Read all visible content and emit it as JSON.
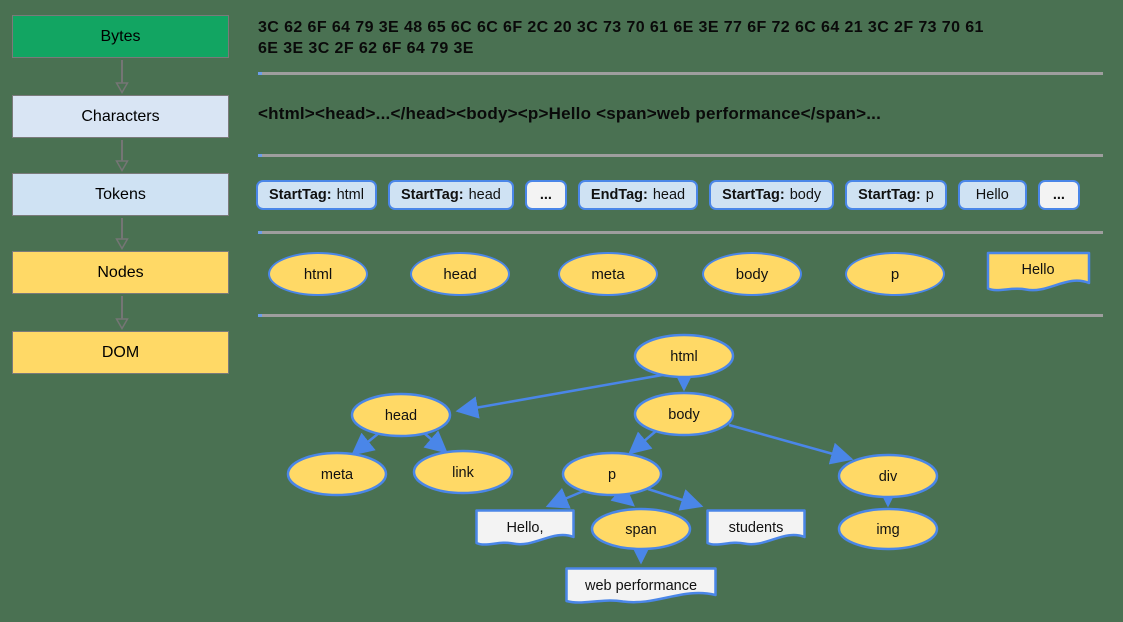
{
  "colors": {
    "background": "#4a7152",
    "bytes_green": "#12a562",
    "light_blue": "#cfe2f3",
    "yellow": "#ffd966",
    "blue_border": "#4a86e8",
    "divider_gray": "#9e9e9e",
    "muted_box": "#f3f3f3"
  },
  "pipeline": {
    "items": [
      {
        "label": "Bytes"
      },
      {
        "label": "Characters"
      },
      {
        "label": "Tokens"
      },
      {
        "label": "Nodes"
      },
      {
        "label": "DOM"
      }
    ]
  },
  "bytes_row": {
    "line1": "3C 62 6F 64 79 3E 48 65 6C 6C 6F 2C 20 3C 73 70 61 6E 3E 77 6F 72 6C 64 21 3C 2F 73 70 61",
    "line2": "6E 3E 3C 2F 62 6F 64 79 3E"
  },
  "characters_row": {
    "text": "<html><head>...</head><body><p>Hello <span>web performance</span>..."
  },
  "tokens_row": {
    "items": [
      {
        "prefix": "StartTag:",
        "value": "html"
      },
      {
        "prefix": "StartTag:",
        "value": "head"
      },
      {
        "prefix": "",
        "value": "..."
      },
      {
        "prefix": "EndTag:",
        "value": "head"
      },
      {
        "prefix": "StartTag:",
        "value": "body"
      },
      {
        "prefix": "StartTag:",
        "value": "p"
      },
      {
        "prefix": "",
        "value": "Hello"
      },
      {
        "prefix": "",
        "value": "..."
      }
    ]
  },
  "nodes_row": {
    "items": [
      "html",
      "head",
      "meta",
      "body",
      "p"
    ],
    "text_node": "Hello"
  },
  "dom_tree": {
    "elements": {
      "html": "html",
      "head": "head",
      "body": "body",
      "meta": "meta",
      "link": "link",
      "p": "p",
      "div": "div",
      "span": "span",
      "img": "img"
    },
    "text_nodes": {
      "hello": "Hello,",
      "students": "students",
      "webperf": "web performance"
    }
  }
}
